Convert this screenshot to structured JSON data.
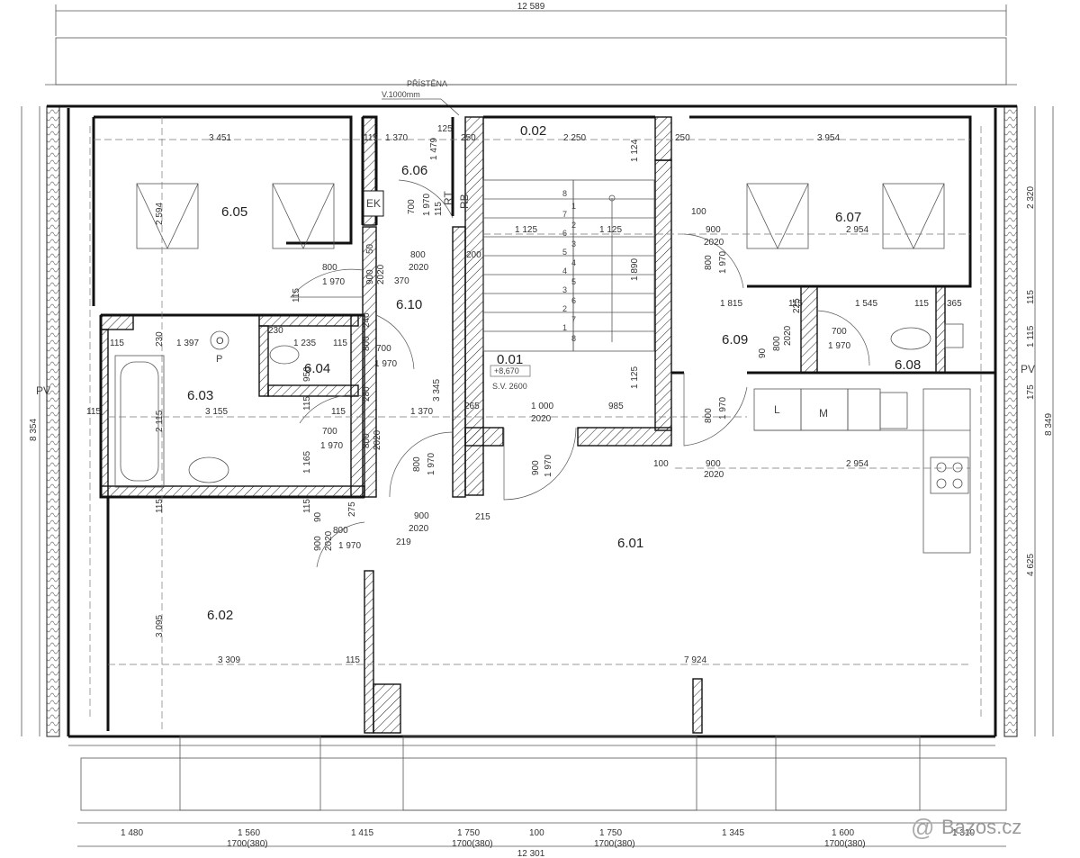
{
  "plan": {
    "note": {
      "line1": "PŘÍSTĚNA",
      "line2": "V.1000mm"
    },
    "rooms": {
      "r605": "6.05",
      "r606": "6.06",
      "r607": "6.07",
      "r610": "6.10",
      "r602": "6.02",
      "r601": "6.01",
      "r603": "6.03",
      "r604": "6.04",
      "r608": "6.08",
      "r609": "6.09",
      "r001": "0.01",
      "r002": "0.02"
    },
    "stair": {
      "level": "+8,670",
      "sv": "S.V. 2600"
    },
    "equipment": {
      "ek": "EK",
      "rt": "RT",
      "rb": "RB",
      "o": "O",
      "p": "P",
      "l": "L",
      "m": "M"
    },
    "pv_left": "PV",
    "pv_right": "PV",
    "top_overall": "12 589",
    "bottom_overall": "12 301",
    "left_overall": "8 354",
    "right_overall": "8 349",
    "right_segments": [
      "2 320",
      "115",
      "1 115",
      "175",
      "4 625"
    ],
    "bottom_segments": [
      "1 480",
      "1 560",
      "1 415",
      "1 750",
      "100",
      "1 750",
      "1 345",
      "1 600",
      "1 310"
    ],
    "bottom_windows": [
      "1700(380)",
      "1700(380)",
      "1700(380)",
      "1700(380)"
    ],
    "dims": {
      "d3451": "3 451",
      "d115a": "115",
      "d1370a": "1 370",
      "d125": "125",
      "d250a": "250",
      "d2250": "2 250",
      "d250b": "250",
      "d3954": "3 954",
      "d1479": "1 479",
      "d1124": "1 124",
      "d2594": "2 594",
      "d700a": "700",
      "d1970a": "1 970",
      "d115b": "115",
      "d1125a": "1 125",
      "d1125b": "1 125",
      "d100a": "100",
      "d900a": "900",
      "d2020a": "2020",
      "d2954a": "2 954",
      "d50": "50",
      "d800a": "800",
      "d2020b": "2020",
      "d200": "200",
      "d800b": "800",
      "d900b": "900",
      "d2020c": "2020",
      "d370": "370",
      "d1970b": "1 970",
      "d1890": "1 890",
      "d800c": "800",
      "d1970c": "1 970",
      "d115c": "115",
      "d1815": "1 815",
      "d115d": "115",
      "d1545": "1 545",
      "d115e": "115",
      "d365": "365",
      "d225": "225",
      "d240": "240",
      "d230a": "230",
      "d230b": "230",
      "d115f": "115",
      "d1397": "1 397",
      "d1235": "1 235",
      "d115g": "115",
      "d800d": "800",
      "d700b": "700",
      "d1970d": "1 970",
      "d950": "950",
      "d800e": "800",
      "d2020d": "2020",
      "d700c": "700",
      "d1970e": "1 970",
      "d90a": "90",
      "d3345": "3 345",
      "d1125c": "1 125",
      "d280": "280",
      "d115h": "115",
      "d3155": "3 155",
      "d2115": "2 115",
      "d115i": "115",
      "d1370b": "1 370",
      "d265": "265",
      "d1000": "1 000",
      "d2020e": "2020",
      "d985": "985",
      "d800f": "800",
      "d1970f": "1 970",
      "d700d": "700",
      "d1970g": "1 970",
      "d800g": "800",
      "d2020f": "2020",
      "d800h": "800",
      "d1970h": "1 970",
      "d900c": "900",
      "d1970i": "1 970",
      "d100b": "100",
      "d900d": "900",
      "d2020g": "2020",
      "d2954b": "2 954",
      "d1165": "1 165",
      "d115j": "115",
      "d115k": "115",
      "d90b": "90",
      "d275": "275",
      "d900e": "900",
      "d2020h": "2020",
      "d215": "215",
      "d800i": "800",
      "d900f": "900",
      "d2020i": "2020",
      "d1970j": "1 970",
      "d219": "219",
      "d3095": "3 095",
      "d3309": "3 309",
      "d115l": "115",
      "d7924": "7 924"
    },
    "stair_numbers": [
      "8",
      "1",
      "7",
      "2",
      "6",
      "3",
      "5",
      "4",
      "4",
      "5",
      "3",
      "6",
      "2",
      "7",
      "1",
      "8"
    ]
  },
  "watermark": "Bazos.cz"
}
